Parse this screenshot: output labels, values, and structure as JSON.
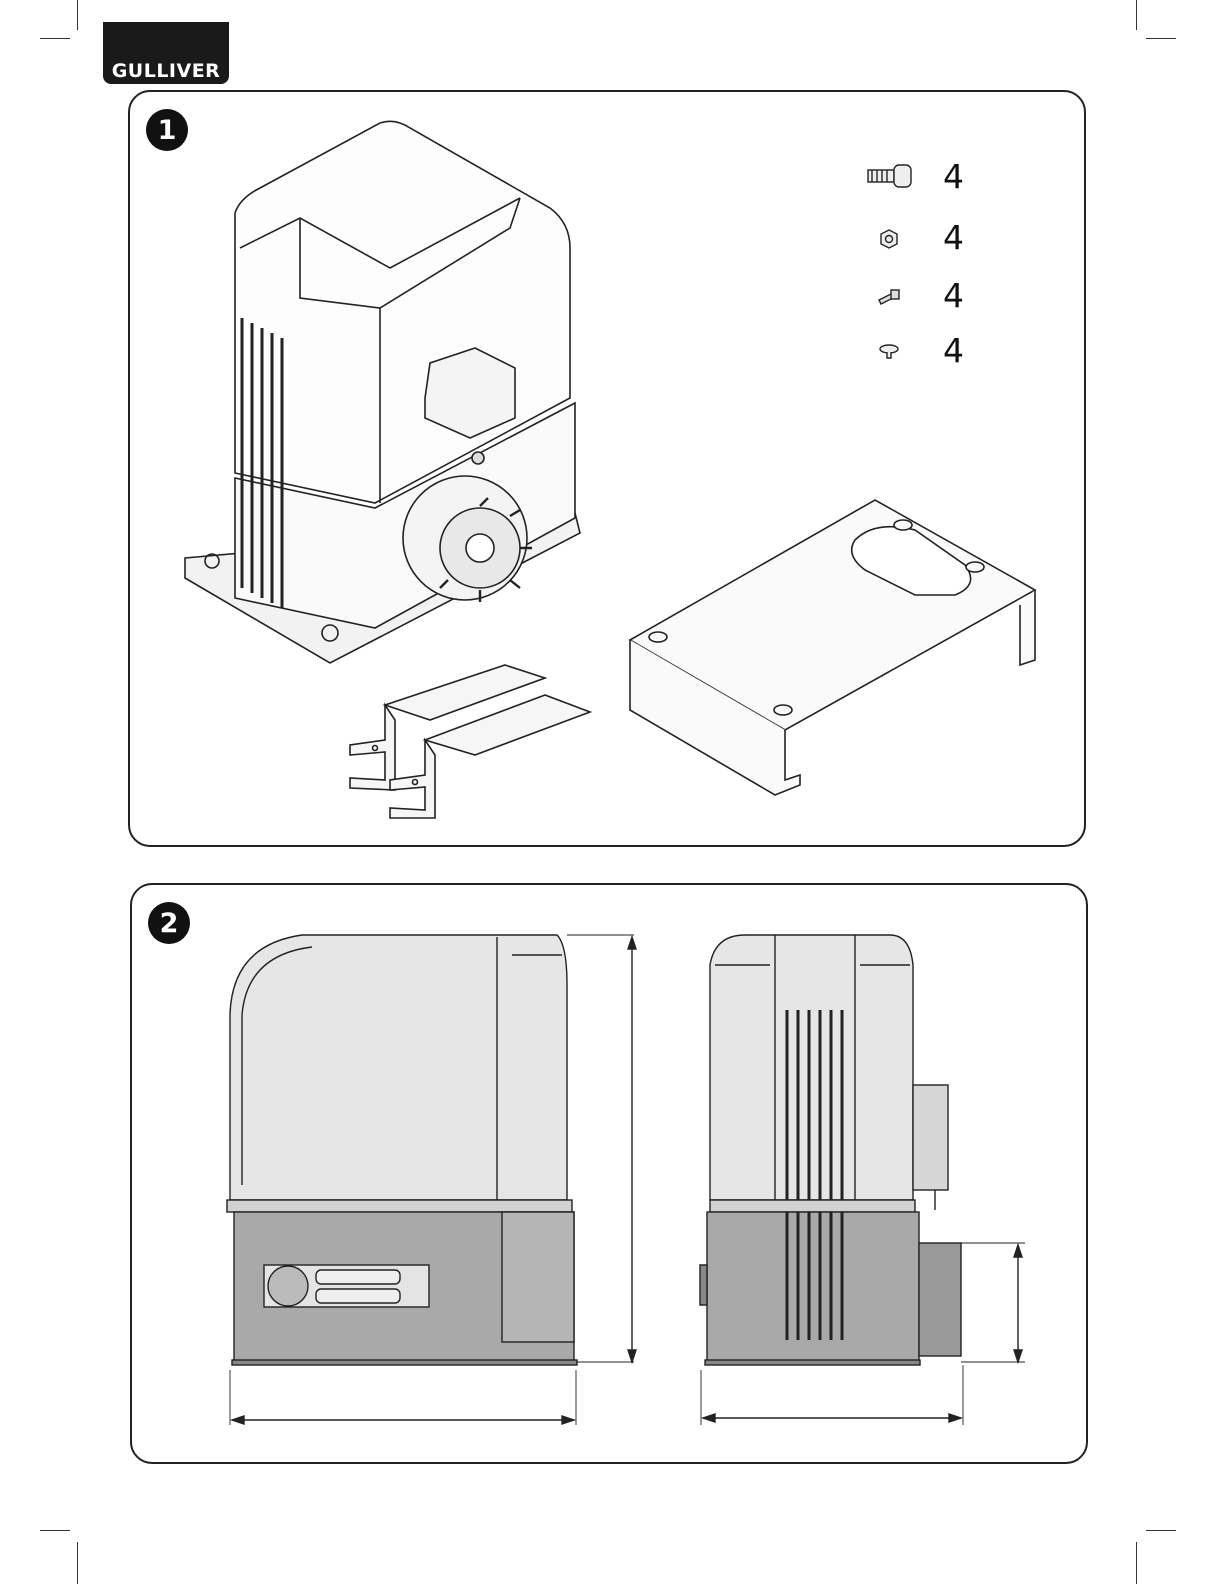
{
  "brand": {
    "logo_text": "GULLIVER"
  },
  "panel1": {
    "number": "1",
    "parts": [
      {
        "icon": "screw-icon",
        "qty": "4"
      },
      {
        "icon": "nut-icon",
        "qty": "4"
      },
      {
        "icon": "bolt-icon",
        "qty": "4"
      },
      {
        "icon": "washer-icon",
        "qty": "4"
      }
    ]
  },
  "panel2": {
    "number": "2"
  }
}
